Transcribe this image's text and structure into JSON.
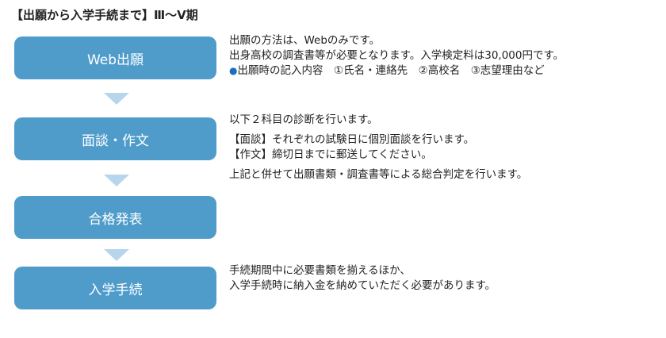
{
  "title": "【出願から入学手続まで】Ⅲ～Ⅴ期",
  "colors": {
    "step_fill": "#4f9ccb",
    "arrow_fill": "#b7d6ec",
    "bullet": "#1a6fc0"
  },
  "steps": [
    {
      "label": "Web出願",
      "desc": {
        "line1": "出願の方法は、Webのみです。",
        "line2": "出身高校の調査書等が必要となります。入学検定料は30,000円です。",
        "bullet_icon": "●",
        "line3": "出願時の記入内容　①氏名・連絡先　②高校名　③志望理由など"
      }
    },
    {
      "label": "面談・作文",
      "desc": {
        "line1": "以下２科目の診断を行います。",
        "line2": "【面談】それぞれの試験日に個別面談を行います。",
        "line3": "【作文】締切日までに郵送してください。",
        "line4": "上記と併せて出願書類・調査書等による総合判定を行います。"
      }
    },
    {
      "label": "合格発表"
    },
    {
      "label": "入学手続",
      "desc": {
        "line1": "手続期間中に必要書類を揃えるほか、",
        "line2": "入学手続時に納入金を納めていただく必要があります。"
      }
    }
  ]
}
